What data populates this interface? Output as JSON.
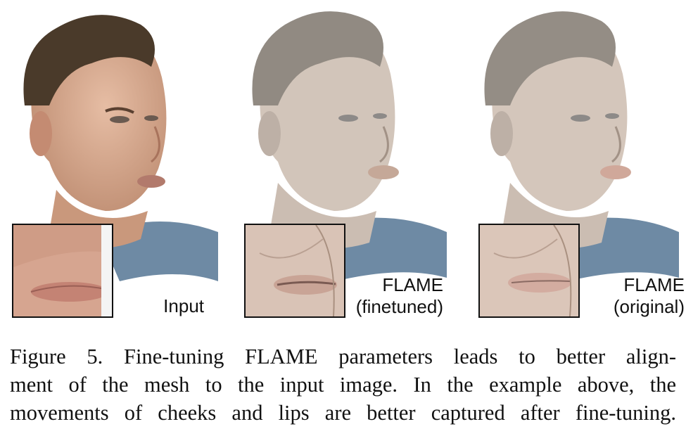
{
  "panels": [
    {
      "id": "input",
      "label_line1": "Input",
      "label_line2": "",
      "style": "photo"
    },
    {
      "id": "finetuned",
      "label_line1": "FLAME",
      "label_line2": "(finetuned)",
      "style": "mesh"
    },
    {
      "id": "original",
      "label_line1": "FLAME",
      "label_line2": "(original)",
      "style": "mesh"
    }
  ],
  "caption": {
    "line1": "Figure 5.  Fine-tuning FLAME parameters leads to better align-",
    "line2": "ment of the mesh to the input image.  In the example above, the",
    "line3": "movements of cheeks and lips are better captured after fine-tuning."
  },
  "colors": {
    "skin_photo": "#d8ab92",
    "hair_photo": "#4a3a2a",
    "mesh_skin": "#cfc1b5",
    "mesh_hair": "#8f8880",
    "shirt": "#6e8aa4"
  }
}
